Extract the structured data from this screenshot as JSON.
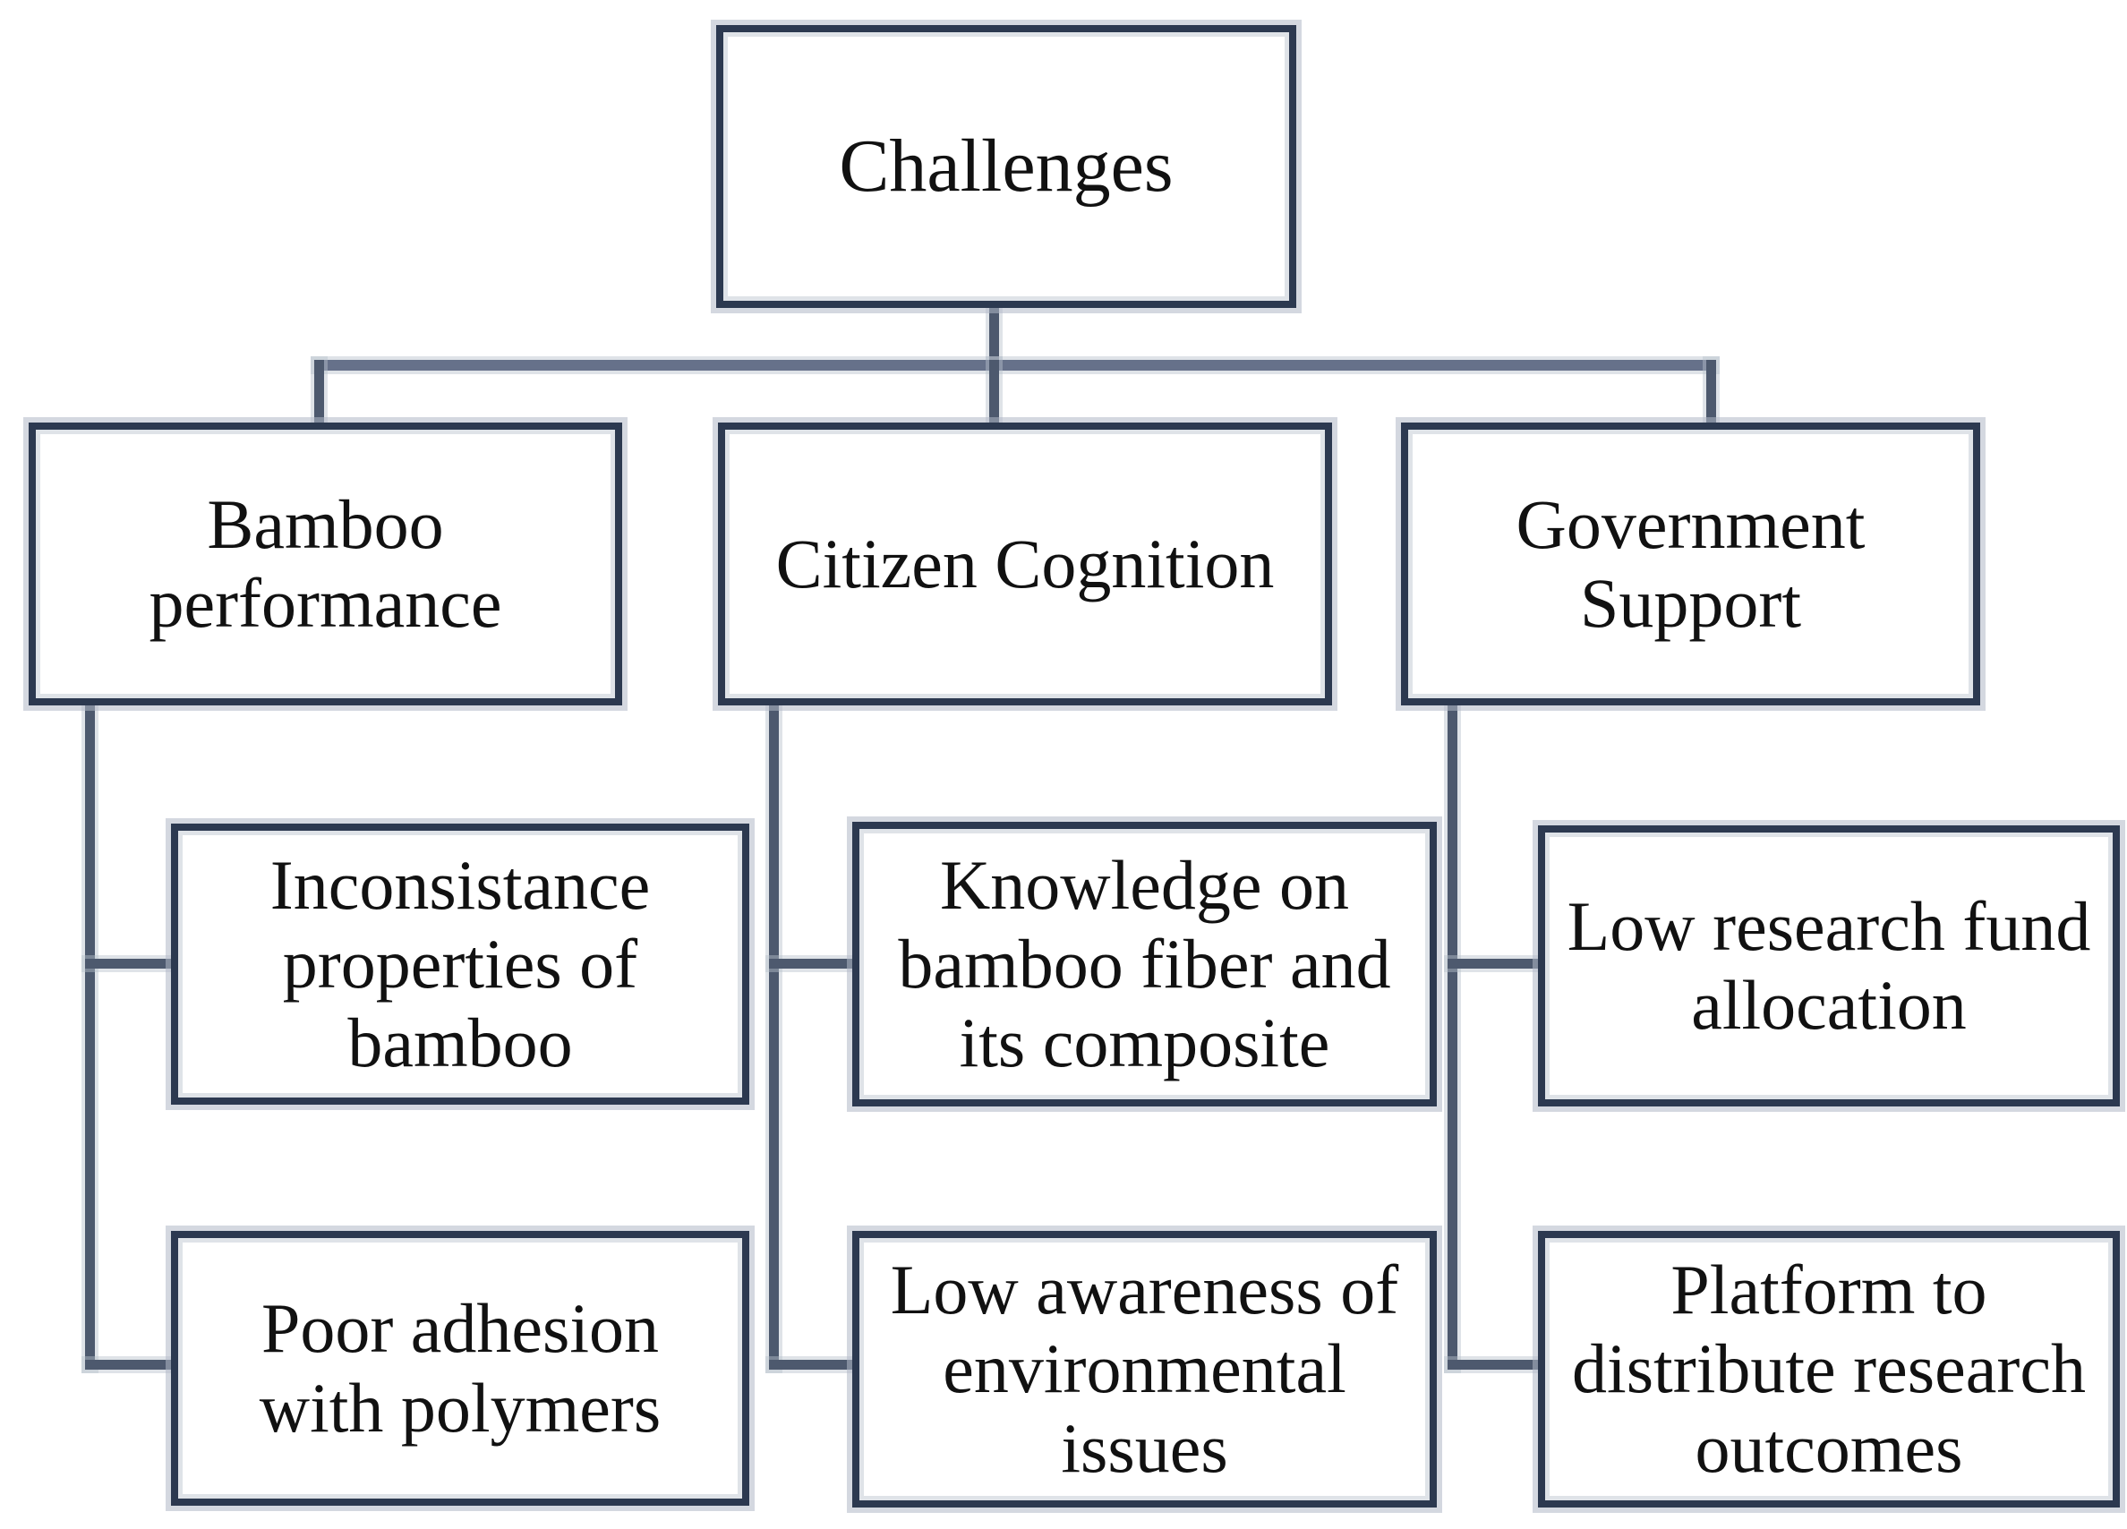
{
  "diagram": {
    "title": "Challenges tree diagram",
    "root": {
      "label": "Challenges"
    },
    "branches": [
      {
        "label": "Bamboo\nperformance",
        "children": [
          {
            "label": "Inconsistance\nproperties of\nbamboo"
          },
          {
            "label": "Poor adhesion\nwith polymers"
          }
        ]
      },
      {
        "label": "Citizen Cognition",
        "children": [
          {
            "label": "Knowledge on\nbamboo fiber and\nits composite"
          },
          {
            "label": "Low awareness of\nenvironmental\nissues"
          }
        ]
      },
      {
        "label": "Government\nSupport",
        "children": [
          {
            "label": "Low research fund\nallocation"
          },
          {
            "label": "Platform to\ndistribute research\noutcomes"
          }
        ]
      }
    ],
    "colors": {
      "box_border": "#2c3950",
      "border_halo": "#b0b8c6",
      "connector": "#4d596e",
      "connector_bus": "#66718a",
      "text": "#111111",
      "background": "#ffffff"
    }
  }
}
